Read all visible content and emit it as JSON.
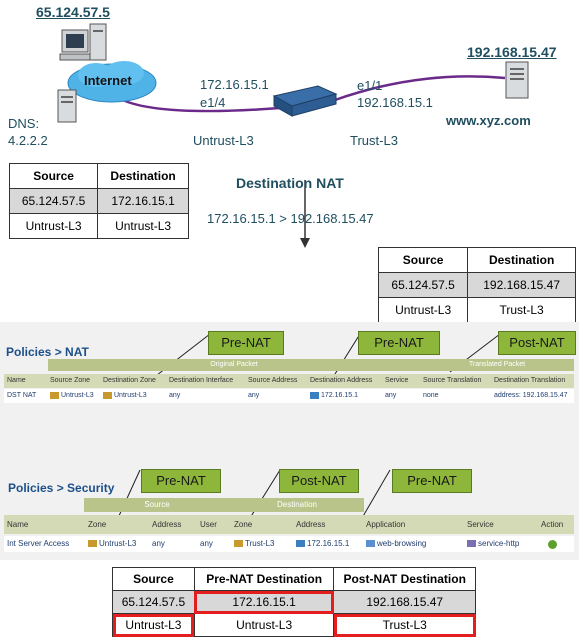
{
  "topology": {
    "client_ip": "65.124.57.5",
    "cloud_label": "Internet",
    "dns_label": "DNS:",
    "dns_ip": "4.2.2.2",
    "fw_left_ip": "172.16.15.1",
    "fw_left_if": "e1/4",
    "fw_right_if": "e1/1",
    "fw_right_ip": "192.168.15.1",
    "left_zone": "Untrust-L3",
    "right_zone": "Trust-L3",
    "server_ip": "192.168.15.47",
    "server_host": "www.xyz.com"
  },
  "table1": {
    "headers": [
      "Source",
      "Destination"
    ],
    "rows": [
      [
        "65.124.57.5",
        "172.16.15.1"
      ],
      [
        "Untrust-L3",
        "Untrust-L3"
      ]
    ]
  },
  "dnat": {
    "title": "Destination NAT",
    "mapping": "172.16.15.1 > 192.168.15.47"
  },
  "table2": {
    "headers": [
      "Source",
      "Destination"
    ],
    "rows": [
      [
        "65.124.57.5",
        "192.168.15.47"
      ],
      [
        "Untrust-L3",
        "Trust-L3"
      ]
    ]
  },
  "nat_policy": {
    "title": "Policies > NAT",
    "badges": [
      "Pre-NAT",
      "Pre-NAT",
      "Post-NAT"
    ],
    "group_original": "Original Packet",
    "group_translated": "Translated Packet",
    "columns": [
      "Name",
      "Source Zone",
      "Destination Zone",
      "Destination Interface",
      "Source Address",
      "Destination Address",
      "Service",
      "Source Translation",
      "Destination Translation"
    ],
    "row": [
      "DST NAT",
      "Untrust-L3",
      "Untrust-L3",
      "any",
      "any",
      "172.16.15.1",
      "any",
      "none",
      "address: 192.168.15.47"
    ]
  },
  "sec_policy": {
    "title": "Policies > Security",
    "badges": [
      "Pre-NAT",
      "Post-NAT",
      "Pre-NAT"
    ],
    "group_source": "Source",
    "group_destination": "Destination",
    "columns": [
      "Name",
      "Zone",
      "Address",
      "User",
      "Zone",
      "Address",
      "Application",
      "Service",
      "Action"
    ],
    "row": [
      "Int Server Access",
      "Untrust-L3",
      "any",
      "any",
      "Trust-L3",
      "172.16.15.1",
      "web-browsing",
      "service-http",
      ""
    ]
  },
  "summary": {
    "headers": [
      "Source",
      "Pre-NAT Destination",
      "Post-NAT Destination"
    ],
    "rows": [
      [
        "65.124.57.5",
        "172.16.15.1",
        "192.168.15.47"
      ],
      [
        "Untrust-L3",
        "Untrust-L3",
        "Trust-L3"
      ]
    ]
  },
  "colors": {
    "accent_green": "#8db63b",
    "highlight_red": "#e41e1e",
    "link_purple": "#6b2a8a",
    "text_teal": "#1f4e5f"
  }
}
